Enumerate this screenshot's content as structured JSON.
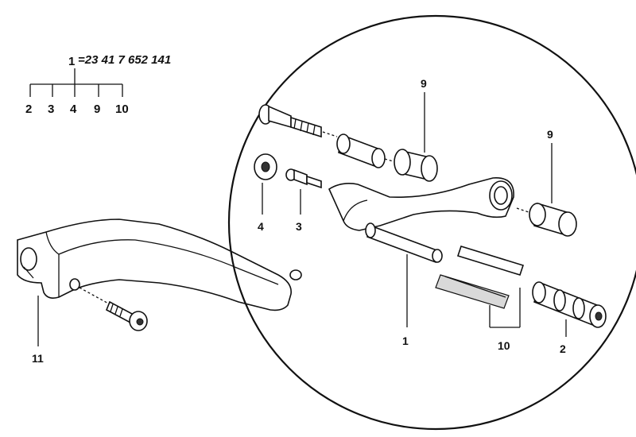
{
  "header": {
    "main_number": "1",
    "part_code": "=23 41 7 652 141",
    "sub_items": [
      "2",
      "3",
      "4",
      "9",
      "10"
    ]
  },
  "callouts": {
    "c9a": "9",
    "c9b": "9",
    "c4": "4",
    "c3": "3",
    "c1": "1",
    "c10": "10",
    "c2": "2",
    "c11": "11"
  }
}
